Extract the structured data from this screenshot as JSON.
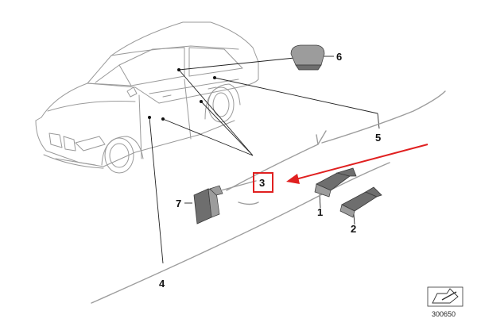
{
  "diagram": {
    "callouts": [
      {
        "id": "part-1",
        "label": "1"
      },
      {
        "id": "part-2",
        "label": "2"
      },
      {
        "id": "part-3",
        "label": "3"
      },
      {
        "id": "part-4",
        "label": "4"
      },
      {
        "id": "part-5",
        "label": "5"
      },
      {
        "id": "part-6",
        "label": "6"
      },
      {
        "id": "part-7",
        "label": "7"
      }
    ],
    "highlight": {
      "target": "part-3",
      "box_color": "#e02020",
      "arrow_color": "#e02020"
    },
    "document_number": "300650",
    "colors": {
      "line_art": "#9a9a9a",
      "parts": "#6e6e6e",
      "text": "#111111"
    }
  }
}
